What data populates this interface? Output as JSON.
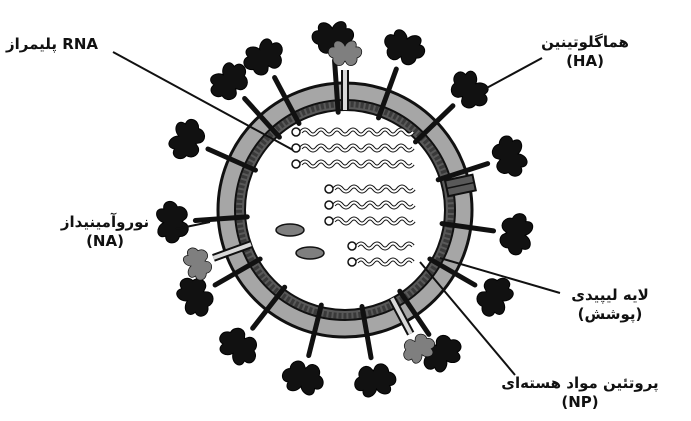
{
  "labels": {
    "rna_polymerase": "RNA پلیمراز",
    "hemagglutinin": "هماگلوتینین",
    "hemagglutinin_abbr": "(HA)",
    "neuraminidase": "نوروآمینیداز",
    "neuraminidase_abbr": "(NA)",
    "lipid_layer": "لایه لیپیدی",
    "lipid_layer_sub": "(پوشش)",
    "nucleoprotein": "پروتئین مواد هسته‌ای",
    "nucleoprotein_abbr": "(NP)"
  },
  "colors": {
    "outline": "#111111",
    "envelope": "#a6a6a6",
    "inner_layer": "#595959",
    "spike": "#111111",
    "neuraminidase": "#7f7f7f",
    "background": "#ffffff"
  }
}
